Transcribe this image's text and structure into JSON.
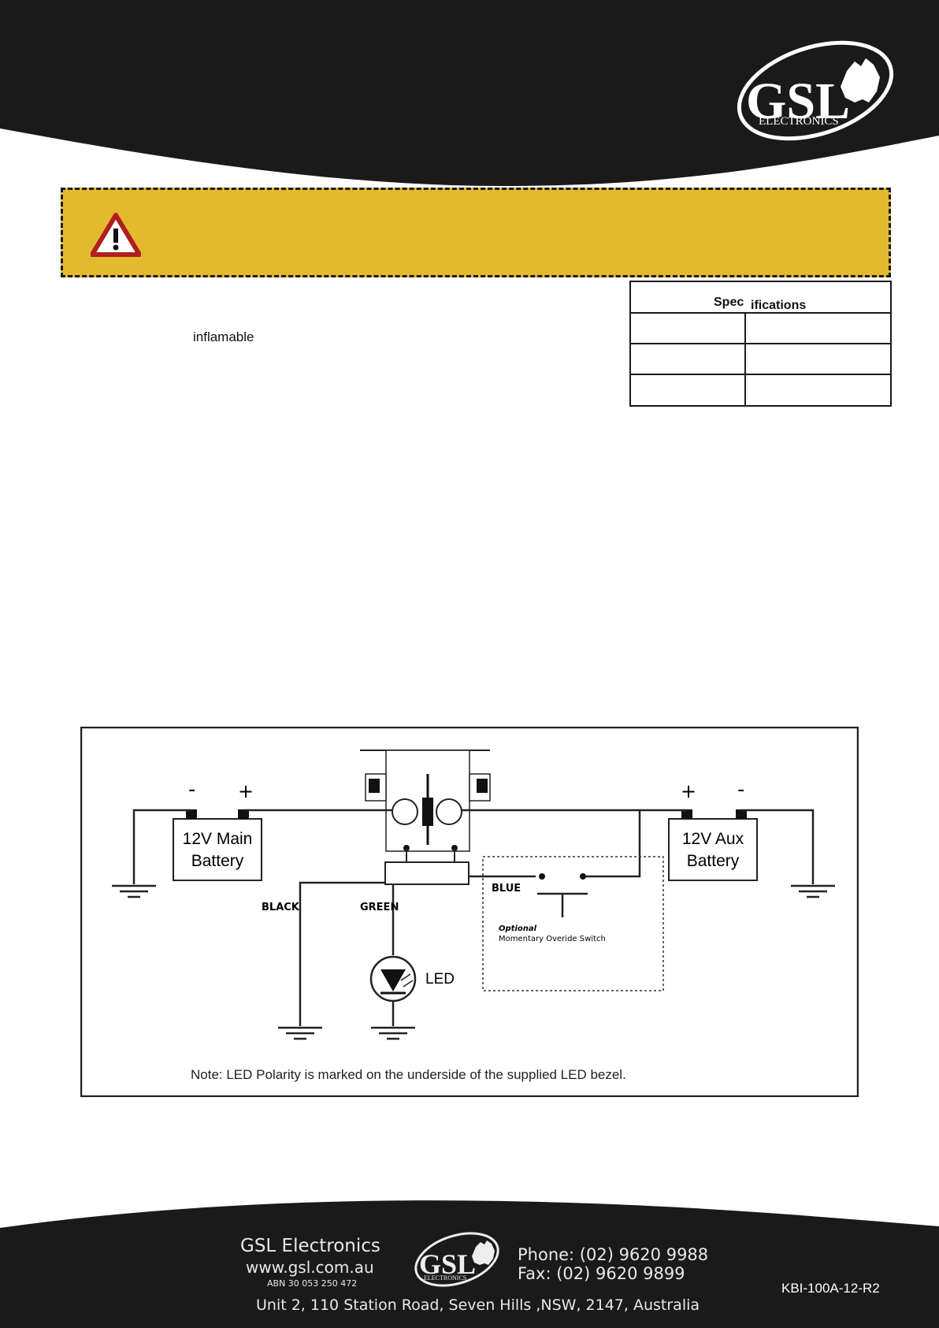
{
  "header": {
    "logo": {
      "name": "GSL Electronics logo",
      "text_main": "GSL",
      "text_sub": "ELECTRONICS"
    },
    "colors": {
      "band": "#1a1a1a"
    }
  },
  "warning": {
    "icon": "warning-triangle-icon",
    "color": "#e3b92e"
  },
  "body": {
    "word": "inflamable"
  },
  "specifications": {
    "title_part1": "Spec",
    "title_part2": "ifications",
    "rows": [
      {
        "label": "",
        "value": ""
      },
      {
        "label": "",
        "value": ""
      },
      {
        "label": "",
        "value": ""
      }
    ]
  },
  "diagram": {
    "main_battery": {
      "line1": "12V Main",
      "line2": "Battery",
      "minus": "-",
      "plus": "+"
    },
    "aux_battery": {
      "line1": "12V Aux",
      "line2": "Battery",
      "minus": "-",
      "plus": "+"
    },
    "wires": {
      "black": "BLACK",
      "green": "GREEN",
      "blue": "BLUE"
    },
    "led": "LED",
    "optional_title": "Optional",
    "optional_desc": "Momentary Overide Switch",
    "note": "Note: LED Polarity is marked on the underside of the supplied LED bezel."
  },
  "footer": {
    "company": "GSL Electronics",
    "website": "www.gsl.com.au",
    "abn": "ABN 30 053 250 472",
    "phone": "Phone: (02) 9620 9988",
    "fax": "Fax: (02) 9620 9899",
    "address": "Unit 2, 110 Station Road, Seven Hills ,NSW,  2147, Australia",
    "doc_code": "KBI-100A-12-R2",
    "logo_main": "GSL",
    "logo_sub": "ELECTRONICS"
  }
}
